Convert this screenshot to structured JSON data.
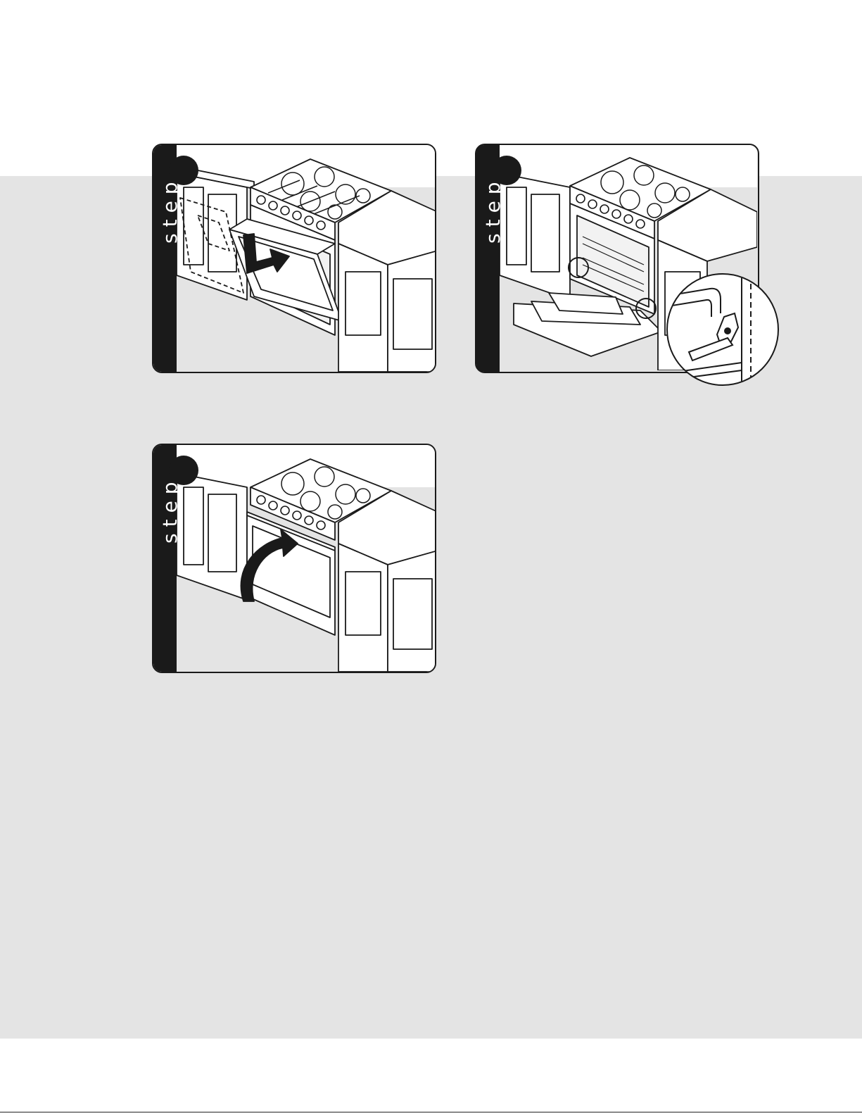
{
  "steps": [
    {
      "id": 1,
      "label": "step",
      "number": ""
    },
    {
      "id": 2,
      "label": "step",
      "number": ""
    },
    {
      "id": 3,
      "label": "step",
      "number": ""
    }
  ],
  "icons": {
    "step1": "oven-door-removal-illustration",
    "step2": "oven-door-hinge-illustration",
    "step3": "oven-door-close-illustration",
    "inset": "hinge-detail-magnifier"
  },
  "colors": {
    "band": "#e4e4e4",
    "ink": "#1a1a1a",
    "paper": "#ffffff"
  }
}
